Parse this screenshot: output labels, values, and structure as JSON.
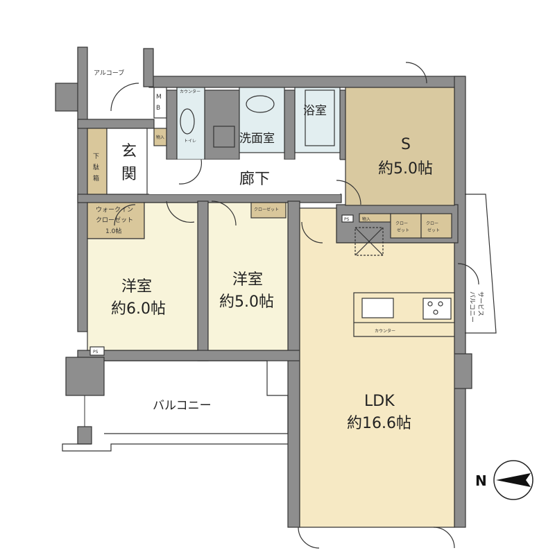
{
  "rooms": {
    "alcove": "アルコーブ",
    "mb": [
      "M",
      "B"
    ],
    "counter_toilet": "カウンター",
    "toilet": "トイレ",
    "washroom": "洗面室",
    "bath": "浴室",
    "s_room": {
      "name": "S",
      "size": "約5.0帖"
    },
    "entrance": [
      "玄",
      "関"
    ],
    "shoe_box": [
      "下",
      "駄",
      "箱"
    ],
    "storage": "物入",
    "hallway": "廊下",
    "walk_in_closet": [
      "ウォークイン",
      "クローゼット",
      "1.0帖"
    ],
    "closet": "クローゼット",
    "closet_split": [
      "クロー",
      "ゼット"
    ],
    "western1": {
      "name": "洋室",
      "size": "約6.0帖"
    },
    "western2": {
      "name": "洋室",
      "size": "約5.0帖"
    },
    "ldk": {
      "name": "LDK",
      "size": "約16.6帖"
    },
    "kitchen_counter": "カウンター",
    "balcony": "バルコニー",
    "service_balcony": [
      "サービス",
      "バルコニー"
    ],
    "ps": "PS"
  },
  "compass": {
    "label": "N"
  },
  "colors": {
    "wall": "#8e8e8e",
    "ldk": "#f6e9c4",
    "western": "#f8f4da",
    "s_room": "#d9c9a0",
    "wet": "#e2eef0",
    "storage": "#d9c79b"
  }
}
